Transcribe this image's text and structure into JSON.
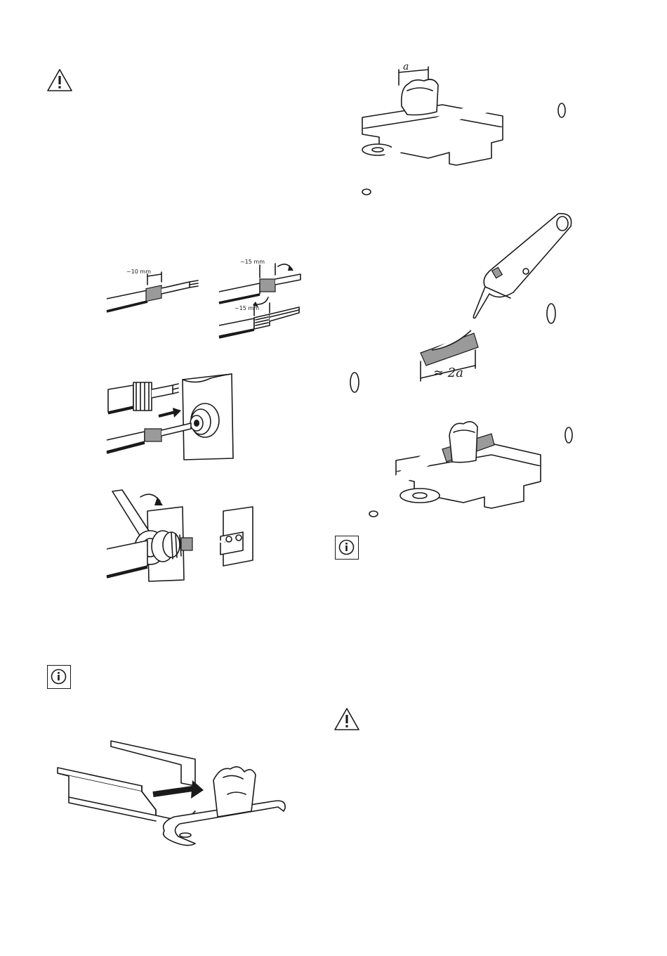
{
  "icons": {
    "warning_top_left": "warning-triangle-icon",
    "info_left": "info-icon",
    "info_right": "info-icon",
    "warning_right": "warning-triangle-icon"
  },
  "figures": {
    "strip_lengths": {
      "label_a": "~10 mm",
      "label_b": "~15 mm",
      "label_c": "~15 mm"
    },
    "clip_dimension": {
      "label": "a"
    },
    "knife_cut": {
      "label": "≈ 2a"
    }
  },
  "colors": {
    "ink": "#1a1a1a",
    "shield_grey": "#9a9a9a",
    "paper": "#ffffff"
  }
}
